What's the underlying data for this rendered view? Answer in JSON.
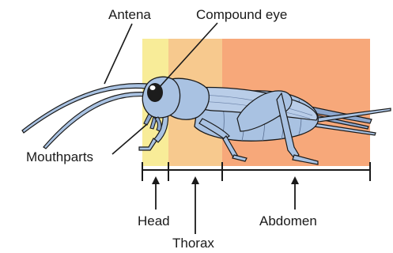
{
  "labels": {
    "antenna": "Antena",
    "compound_eye": "Compound eye",
    "mouthparts": "Mouthparts",
    "head": "Head",
    "thorax": "Thorax",
    "abdomen": "Abdomen"
  },
  "colors": {
    "head_region": "#f8ec98",
    "thorax_region": "#f7c98e",
    "abdomen_region": "#f7a87a",
    "body": "#a9c2e2",
    "body_dark": "#7f9ac2",
    "outline": "#1a1a1a",
    "eye": "#1c1c1c"
  }
}
